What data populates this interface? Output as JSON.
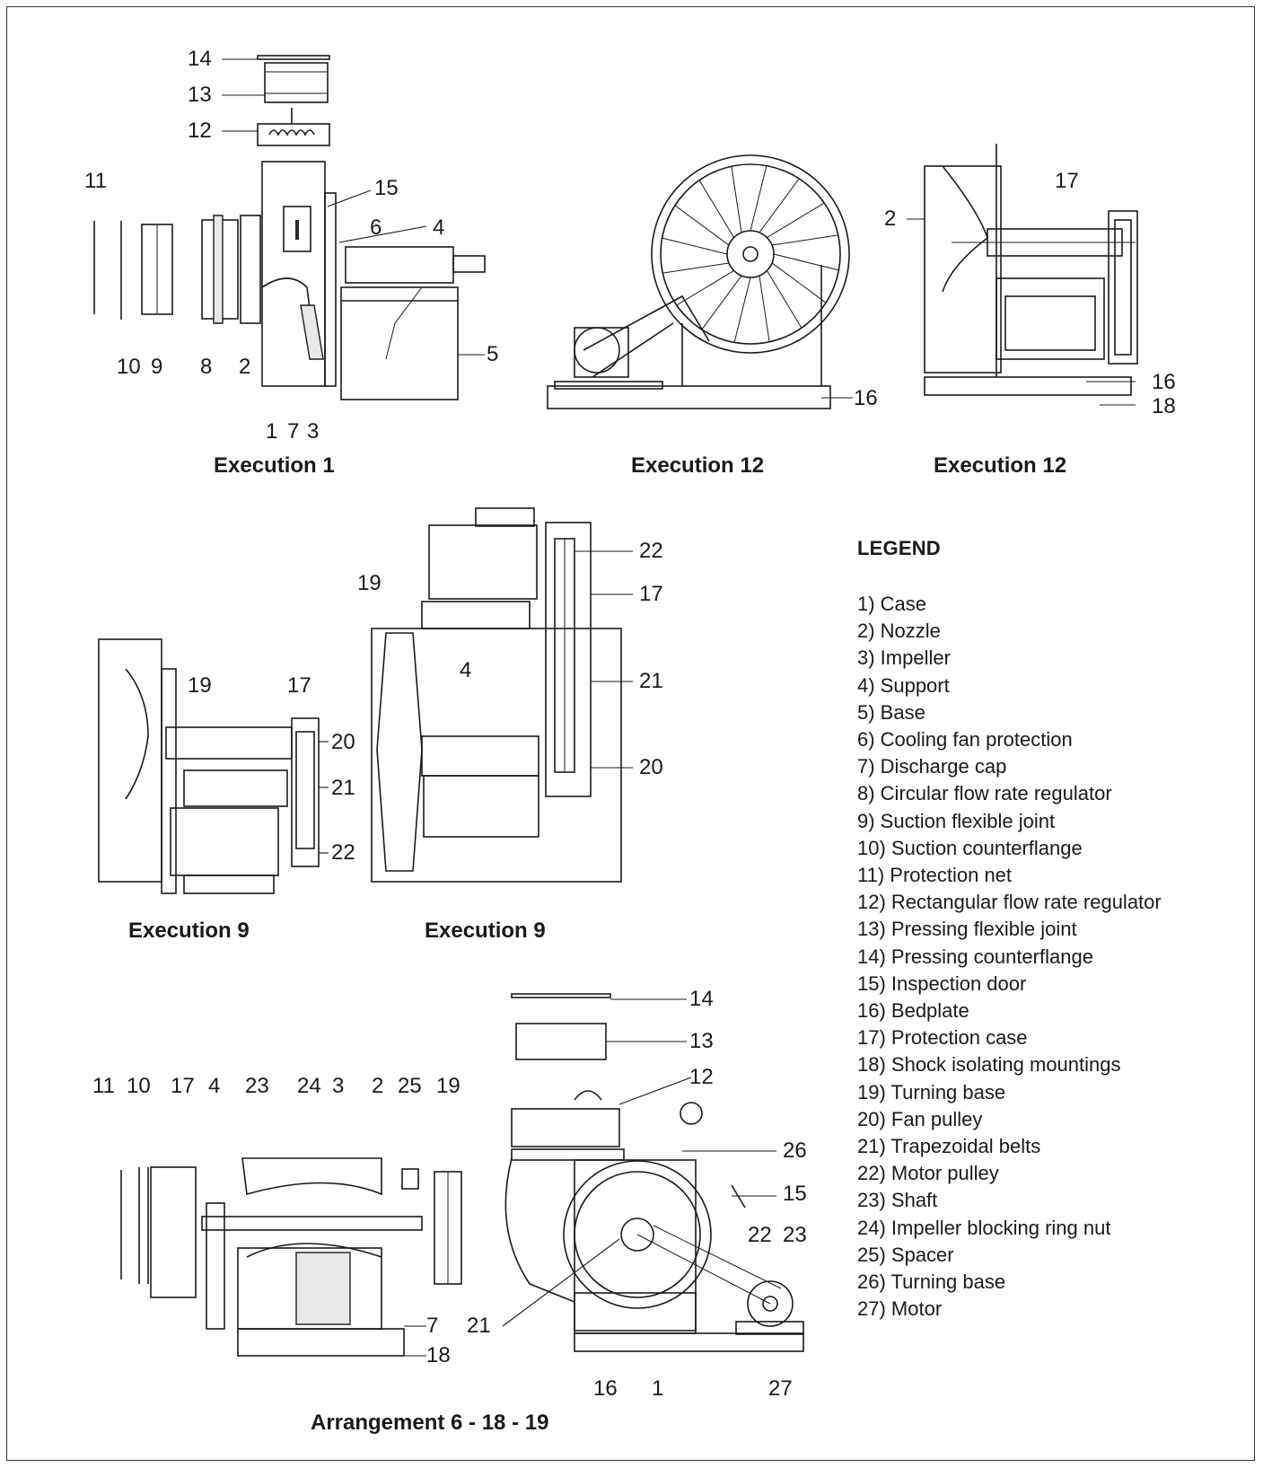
{
  "captions": {
    "exec1": "Execution 1",
    "exec12a": "Execution 12",
    "exec12b": "Execution 12",
    "exec9a": "Execution 9",
    "exec9b": "Execution 9",
    "arrangement": "Arrangement 6 - 18 - 19"
  },
  "legend": {
    "title": "LEGEND",
    "items": [
      "1) Case",
      "2) Nozzle",
      "3) Impeller",
      "4) Support",
      "5) Base",
      "6) Cooling fan protection",
      "7) Discharge cap",
      "8) Circular flow rate regulator",
      "9) Suction flexible joint",
      "10) Suction counterflange",
      "11) Protection net",
      "12) Rectangular flow rate regulator",
      "13) Pressing flexible joint",
      "14) Pressing counterflange",
      "15) Inspection door",
      "16) Bedplate",
      "17) Protection case",
      "18) Shock isolating mountings",
      "19) Turning base",
      "20) Fan pulley",
      "21) Trapezoidal belts",
      "22) Motor pulley",
      "23) Shaft",
      "24) Impeller blocking ring nut",
      "25) Spacer",
      "26) Turning base",
      "27) Motor"
    ]
  },
  "callouts": {
    "exec1": [
      "14",
      "13",
      "12",
      "11",
      "15",
      "6",
      "4",
      "5",
      "10",
      "9",
      "8",
      "2",
      "1",
      "7",
      "3"
    ],
    "exec12a": [
      "16"
    ],
    "exec12b": [
      "2",
      "17",
      "16",
      "18"
    ],
    "exec9a": [
      "19",
      "17",
      "20",
      "21",
      "22"
    ],
    "exec9b": [
      "22",
      "19",
      "17",
      "4",
      "21",
      "20"
    ],
    "arr_left": [
      "11",
      "10",
      "17",
      "4",
      "23",
      "24",
      "3",
      "2",
      "25",
      "19",
      "7",
      "18"
    ],
    "arr_right": [
      "14",
      "13",
      "12",
      "26",
      "15",
      "22",
      "23",
      "21",
      "16",
      "1",
      "27"
    ]
  }
}
